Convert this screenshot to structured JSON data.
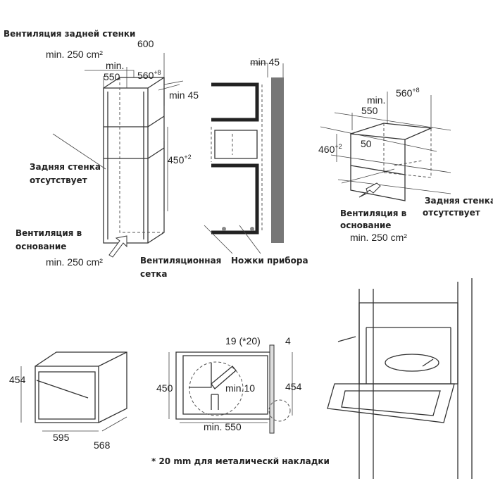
{
  "top_left": {
    "vent_rear": "Вентиляция задней стенки",
    "vent_rear_area": "min. 250 cm²",
    "width_600": "600",
    "depth_min": "min.",
    "depth_550": "550",
    "width_560": "560",
    "width_560_tol": "+8",
    "min_45": "min 45",
    "height_450": "450",
    "height_450_tol": "+2",
    "no_rear_wall_1": "Задняя стенка",
    "no_rear_wall_2": "отсутствует",
    "vent_base_1": "Вентиляция в",
    "vent_base_2": "основание",
    "vent_base_area": "min. 250 cm²"
  },
  "top_middle": {
    "min_45": "min 45",
    "vent_grid_1": "Вентиляционная",
    "vent_grid_2": "сетка",
    "feet": "Ножки прибора"
  },
  "top_right": {
    "depth_min": "min.",
    "depth_550": "550",
    "width_560": "560",
    "width_560_tol": "+8",
    "height_460": "460",
    "height_460_tol": "+2",
    "gap_50": "50",
    "no_rear_wall_1": "Задняя стенка",
    "no_rear_wall_2": "отсутствует",
    "vent_base_1": "Вентиляция в",
    "vent_base_2": "основание",
    "vent_base_area": "min. 250 cm²"
  },
  "bottom_left": {
    "height_454": "454",
    "width_595": "595",
    "depth_568": "568"
  },
  "bottom_middle": {
    "dim_19": "19 (*20)",
    "dim_4": "4",
    "height_450": "450",
    "min_10": "min.10",
    "height_454": "454",
    "min_550": "min. 550"
  },
  "footnote": "* 20 mm для металическй накладки"
}
